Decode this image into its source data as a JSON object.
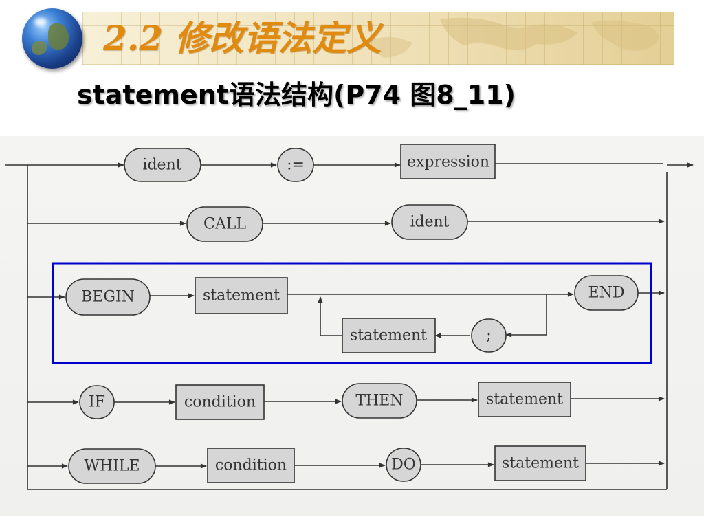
{
  "slide": {
    "title": "2.2 修改语法定义",
    "subtitle": "statement语法结构(P74 图8_11)"
  },
  "colors": {
    "title": "#e08a10",
    "highlight_box": "#0000cc",
    "node_fill": "#d6d6d6",
    "line": "#333333"
  },
  "diagram": {
    "rows": [
      {
        "id": "assign",
        "nodes": [
          {
            "kind": "oval",
            "label": "ident"
          },
          {
            "kind": "oval",
            "label": ":="
          },
          {
            "kind": "rect",
            "label": "expression"
          }
        ]
      },
      {
        "id": "call",
        "nodes": [
          {
            "kind": "oval",
            "label": "CALL"
          },
          {
            "kind": "oval",
            "label": "ident"
          }
        ]
      },
      {
        "id": "begin",
        "nodes": [
          {
            "kind": "oval",
            "label": "BEGIN"
          },
          {
            "kind": "rect",
            "label": "statement"
          },
          {
            "kind": "oval",
            "label": "END"
          },
          {
            "kind": "rect",
            "label": "statement"
          },
          {
            "kind": "oval",
            "label": ";"
          }
        ]
      },
      {
        "id": "if",
        "nodes": [
          {
            "kind": "oval",
            "label": "IF"
          },
          {
            "kind": "rect",
            "label": "condition"
          },
          {
            "kind": "oval",
            "label": "THEN"
          },
          {
            "kind": "rect",
            "label": "statement"
          }
        ]
      },
      {
        "id": "while",
        "nodes": [
          {
            "kind": "oval",
            "label": "WHILE"
          },
          {
            "kind": "rect",
            "label": "condition"
          },
          {
            "kind": "oval",
            "label": "DO"
          },
          {
            "kind": "rect",
            "label": "statement"
          }
        ]
      }
    ]
  }
}
